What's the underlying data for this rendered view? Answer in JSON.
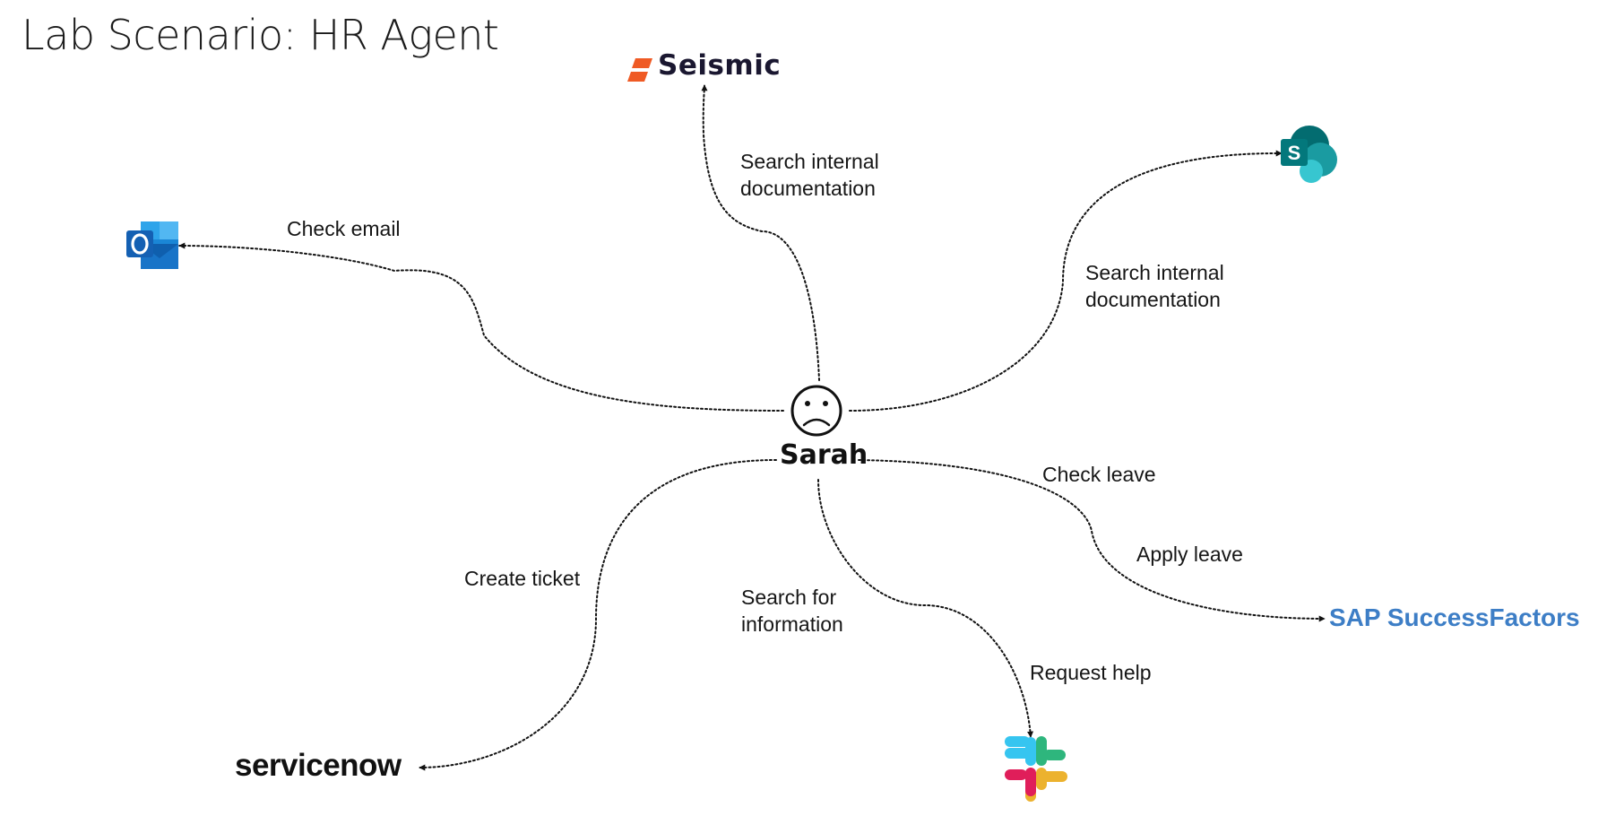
{
  "title": "Lab Scenario: HR Agent",
  "person": {
    "name": "Sarah",
    "face_icon": "sad-face-icon"
  },
  "systems": [
    {
      "id": "outlook",
      "icon": "outlook-icon"
    },
    {
      "id": "seismic",
      "icon": "seismic-logo-icon",
      "wordmark": "Seismic",
      "color": "#ef5a24"
    },
    {
      "id": "sharepoint",
      "icon": "sharepoint-icon",
      "color": "#1f7a7a"
    },
    {
      "id": "successfactors",
      "icon": "sap-successfactors-logo-icon",
      "wordmark": "SAP SuccessFactors",
      "color": "#3d7ec6",
      "accent": "#f2c230"
    },
    {
      "id": "slack",
      "icon": "slack-icon"
    },
    {
      "id": "servicenow",
      "icon": "servicenow-logo-icon",
      "wordmark": "servicenow"
    }
  ],
  "connections": [
    {
      "target": "outlook",
      "label": "Check email"
    },
    {
      "target": "seismic",
      "label": "Search internal\ndocumentation"
    },
    {
      "target": "sharepoint",
      "label": "Search internal\ndocumentation"
    },
    {
      "target": "successfactors",
      "labels": [
        "Check leave",
        "Apply leave"
      ]
    },
    {
      "target": "slack",
      "labels": [
        "Search for\ninformation",
        "Request help"
      ]
    },
    {
      "target": "servicenow",
      "label": "Create ticket"
    }
  ]
}
